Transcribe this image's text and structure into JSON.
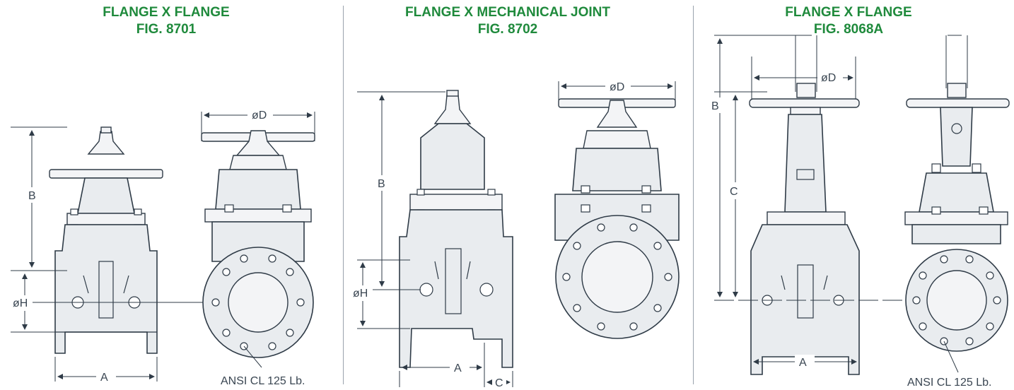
{
  "panels": [
    {
      "title_line1": "FLANGE X FLANGE",
      "title_line2": "FIG. 8701"
    },
    {
      "title_line1": "FLANGE X MECHANICAL JOINT",
      "title_line2": "FIG. 8702"
    },
    {
      "title_line1": "FLANGE X FLANGE",
      "title_line2": "FIG. 8068A"
    }
  ],
  "dimensions": {
    "a": "A",
    "b": "B",
    "c": "C",
    "d": "øD",
    "h": "øH"
  },
  "notes": {
    "flange_class": "ANSI CL 125 Lb."
  }
}
